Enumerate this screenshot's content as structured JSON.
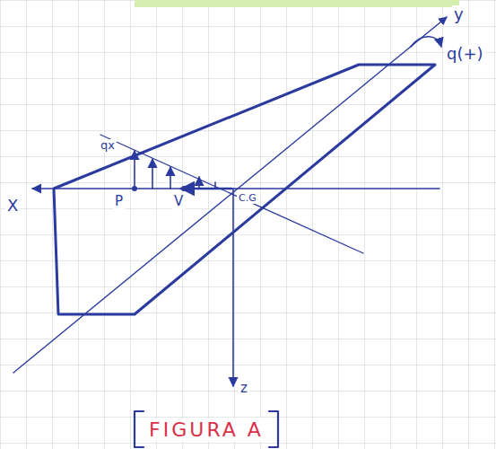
{
  "diagram": {
    "caption": "FIGURA A",
    "labels": [
      "y",
      "q(+)",
      "qx",
      "X",
      "P",
      "V",
      "C.G",
      "z"
    ]
  }
}
